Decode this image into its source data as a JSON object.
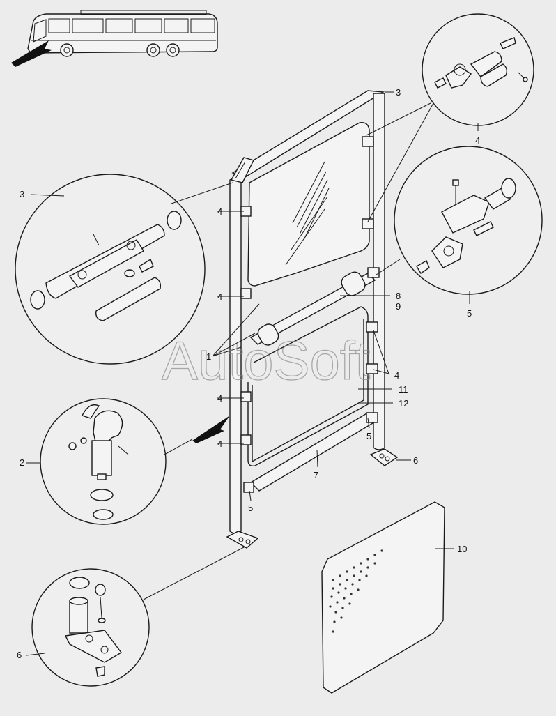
{
  "watermark": "AutoSoft",
  "callouts": {
    "c1": "1",
    "c2": "2",
    "c3_top": "3",
    "c3_left": "3",
    "c4_detail": "4",
    "c4_a": "4",
    "c4_b": "4",
    "c4_c": "4",
    "c4_d": "4",
    "c4_e": "4",
    "c5_detail": "5",
    "c5_right": "5",
    "c5_bottom": "5",
    "c6_right": "6",
    "c6_detail": "6",
    "c7": "7",
    "c8": "8",
    "c9": "9",
    "c10": "10",
    "c11": "11",
    "c12": "12"
  },
  "icons": [
    "bus-icon",
    "direction-arrow-icon"
  ]
}
